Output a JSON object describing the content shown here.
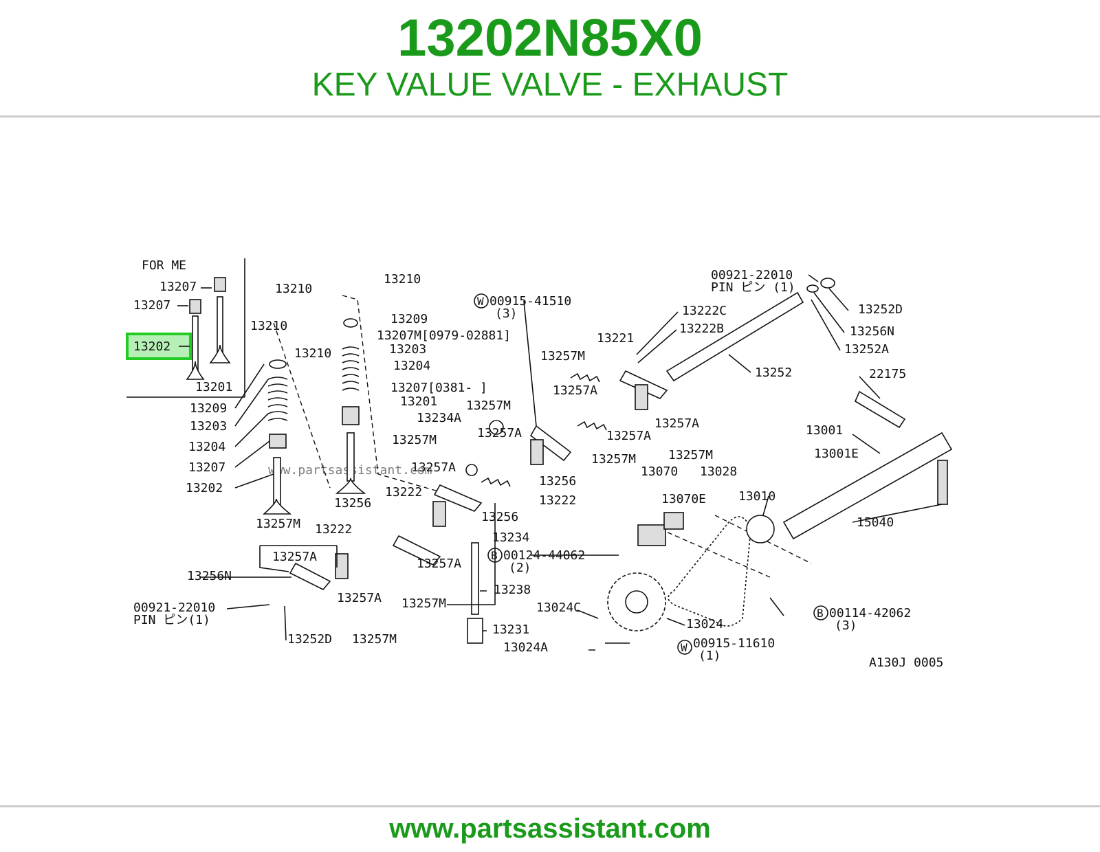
{
  "header": {
    "part_number": "13202N85X0",
    "part_name": "KEY VALUE VALVE - EXHAUST"
  },
  "footer": {
    "url": "www.partsassistant.com"
  },
  "colors": {
    "brand_green": "#1a9a1a",
    "highlight_green": "#22cc22",
    "rule_gray": "#cccccc"
  },
  "watermark": "www.partsassistant.com",
  "diagram_code": "A130J 0005",
  "inset": {
    "title": "FOR ME",
    "labels": [
      "13207",
      "13207",
      "13202",
      "13201"
    ]
  },
  "highlight_label": "13202",
  "callouts": {
    "c00921_top": "00921-22010",
    "pin_top": "PIN ピン (1)",
    "c13252D_r": "13252D",
    "c13256N_r": "13256N",
    "c13252A": "13252A",
    "c13252": "13252",
    "c13222C": "13222C",
    "c13222B": "13222B",
    "c13221": "13221",
    "c22175": "22175",
    "c13001": "13001",
    "c13001E": "13001E",
    "c15040": "15040",
    "c13010": "13010",
    "c13070": "13070",
    "c13070E": "13070E",
    "c13028": "13028",
    "w00915_top": "00915-41510",
    "w00915_top_qty": "(3)",
    "c13210_a": "13210",
    "c13210_b": "13210",
    "c13210_c": "13210",
    "c13210_d": "13210",
    "c13209_m": "13209",
    "c13207M": "13207M[0979-02881]",
    "c13203_m": "13203",
    "c13204_m": "13204",
    "c13207_m": "13207[0381-      ]",
    "c13201_m": "13201",
    "c13209_l": "13209",
    "c13203_l": "13203",
    "c13204_l": "13204",
    "c13207_l": "13207",
    "c13202_l": "13202",
    "c13257M_1": "13257M",
    "c13257A_1": "13257A",
    "c13257M_2": "13257M",
    "c13257A_2": "13257A",
    "c13234A": "13234A",
    "c13257M_3": "13257M",
    "c13257A_3": "13257A",
    "c13257A_4": "13257A",
    "c13257M_4": "13257M",
    "c13257A_5": "13257A",
    "c13257M_5": "13257M",
    "c13256_a": "13256",
    "c13222_a": "13222",
    "c13222_b": "13222",
    "c13256_b": "13256",
    "c13256_c": "13256",
    "c13234": "13234",
    "c13222_c": "13222",
    "c13257M_6": "13257M",
    "c13257A_6": "13257A",
    "c13257A_7": "13257A",
    "c13257M_7": "13257M",
    "c13256N_l": "13256N",
    "c13257A_8": "13257A",
    "c13257M_8": "13257M",
    "c00921_bot": "00921-22010",
    "pin_bot": "PIN ピン(1)",
    "c13252D_l": "13252D",
    "b00124": "00124-44062",
    "b00124_qty": "(2)",
    "c13238": "13238",
    "c13231": "13231",
    "c13024C": "13024C",
    "c13024": "13024",
    "c13024A": "13024A",
    "w00915_bot": "00915-11610",
    "w00915_bot_qty": "(1)",
    "b00114": "00114-42062",
    "b00114_qty": "(3)",
    "circ_W": "W",
    "circ_B": "B"
  }
}
